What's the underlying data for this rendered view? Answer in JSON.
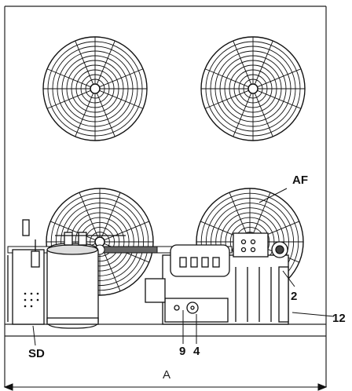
{
  "labels": {
    "af": "AF",
    "two": "2",
    "twelve": "12",
    "sd": "SD",
    "nine": "9",
    "four": "4",
    "dimension": "A"
  },
  "colors": {
    "line": "#111111",
    "frame": "#222222",
    "background": "#ffffff"
  }
}
